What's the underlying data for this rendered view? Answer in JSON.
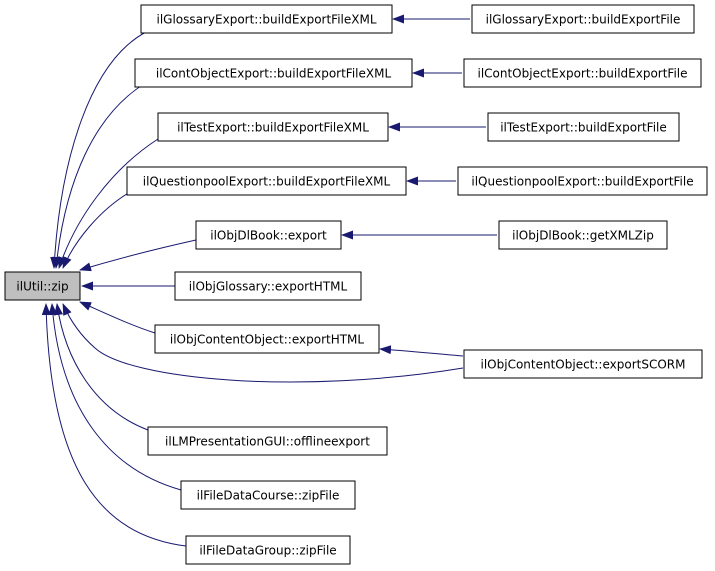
{
  "colors": {
    "edge": "#191970",
    "root_fill": "#bfbfbf",
    "node_fill": "#ffffff",
    "border": "#000000"
  },
  "nodes": [
    {
      "id": "root",
      "label": "ilUtil::zip"
    },
    {
      "id": "n1",
      "label": "ilGlossaryExport::buildExportFileXML"
    },
    {
      "id": "n2",
      "label": "ilGlossaryExport::buildExportFile"
    },
    {
      "id": "n3",
      "label": "ilContObjectExport::buildExportFileXML"
    },
    {
      "id": "n4",
      "label": "ilContObjectExport::buildExportFile"
    },
    {
      "id": "n5",
      "label": "ilTestExport::buildExportFileXML"
    },
    {
      "id": "n6",
      "label": "ilTestExport::buildExportFile"
    },
    {
      "id": "n7",
      "label": "ilQuestionpoolExport::buildExportFileXML"
    },
    {
      "id": "n8",
      "label": "ilQuestionpoolExport::buildExportFile"
    },
    {
      "id": "n9",
      "label": "ilObjDlBook::export"
    },
    {
      "id": "n10",
      "label": "ilObjDlBook::getXMLZip"
    },
    {
      "id": "n11",
      "label": "ilObjGlossary::exportHTML"
    },
    {
      "id": "n12",
      "label": "ilObjContentObject::exportHTML"
    },
    {
      "id": "n13",
      "label": "ilObjContentObject::exportSCORM"
    },
    {
      "id": "n14",
      "label": "ilLMPresentationGUI::offlineexport"
    },
    {
      "id": "n15",
      "label": "ilFileDataCourse::zipFile"
    },
    {
      "id": "n16",
      "label": "ilFileDataGroup::zipFile"
    }
  ],
  "edges": [
    {
      "from": "n1",
      "to": "root"
    },
    {
      "from": "n2",
      "to": "n1"
    },
    {
      "from": "n3",
      "to": "root"
    },
    {
      "from": "n4",
      "to": "n3"
    },
    {
      "from": "n5",
      "to": "root"
    },
    {
      "from": "n6",
      "to": "n5"
    },
    {
      "from": "n7",
      "to": "root"
    },
    {
      "from": "n8",
      "to": "n7"
    },
    {
      "from": "n9",
      "to": "root"
    },
    {
      "from": "n10",
      "to": "n9"
    },
    {
      "from": "n11",
      "to": "root"
    },
    {
      "from": "n12",
      "to": "root"
    },
    {
      "from": "n13",
      "to": "n12"
    },
    {
      "from": "n13",
      "to": "root"
    },
    {
      "from": "n14",
      "to": "root"
    },
    {
      "from": "n15",
      "to": "root"
    },
    {
      "from": "n16",
      "to": "root"
    }
  ]
}
